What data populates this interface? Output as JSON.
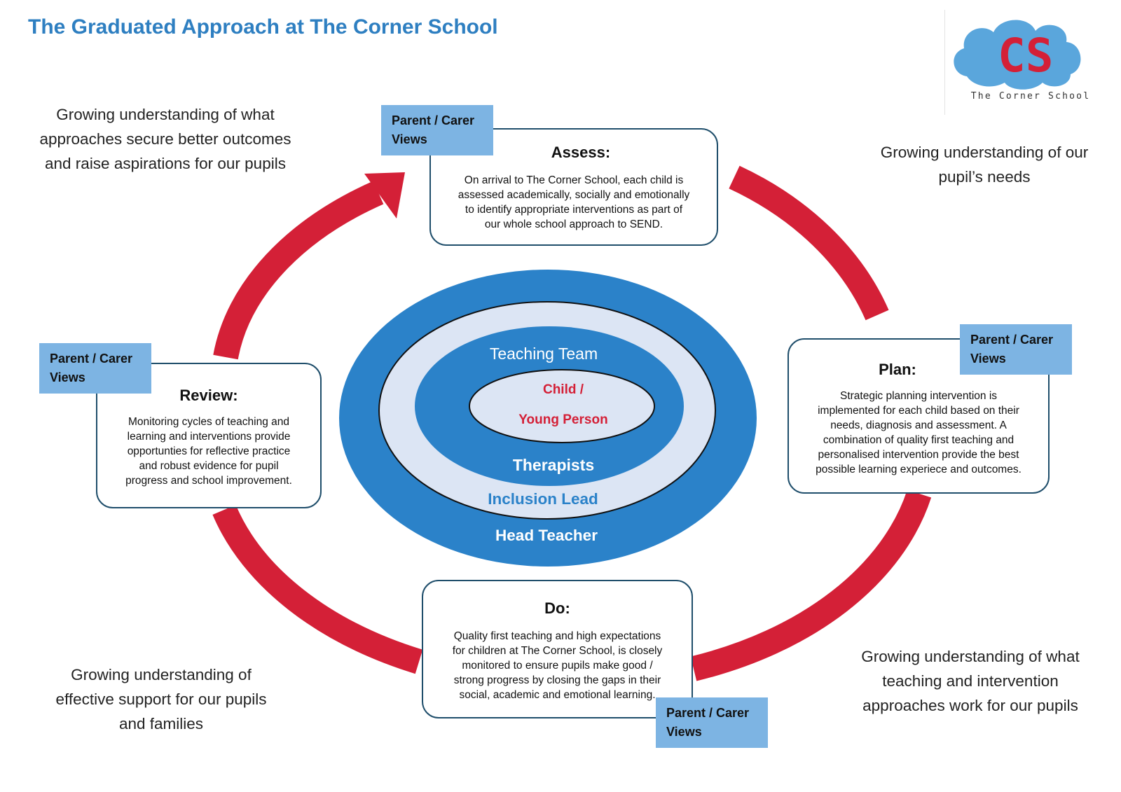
{
  "title": "The Graduated Approach at The Corner School",
  "logo": {
    "mark": "CS",
    "name": "The Corner School"
  },
  "colors": {
    "title_blue": "#2e7fc1",
    "arrow_red": "#d42037",
    "ring_blue": "#2b82c9",
    "ring_light": "#dce5f4",
    "tag_blue": "#7db4e3",
    "child_red": "#d42037"
  },
  "outcomes": {
    "top_left": [
      "Growing understanding of what",
      "approaches secure better outcomes",
      "and raise aspirations for our pupils"
    ],
    "top_right": [
      "Growing understanding of our",
      "pupil’s needs"
    ],
    "bottom_left": [
      "Growing understanding of",
      "effective support for our pupils",
      "and families"
    ],
    "bottom_right": [
      "Growing understanding of what",
      "teaching and intervention",
      "approaches work for our pupils"
    ]
  },
  "parent_views_label": [
    "Parent / Carer",
    "Views"
  ],
  "stages": {
    "assess": {
      "heading": "Assess:",
      "lines": [
        "On arrival to The Corner School, each child is",
        "assessed academically, socially and emotionally",
        "to identify appropriate interventions as part of",
        "our whole school approach to SEND."
      ]
    },
    "plan": {
      "heading": "Plan:",
      "lines": [
        "Strategic planning intervention is",
        "implemented for each child based on their",
        "needs, diagnosis and assessment. A",
        "combination of quality first teaching and",
        "personalised intervention provide the best",
        "possible learning experiece and outcomes."
      ]
    },
    "do": {
      "heading": "Do:",
      "lines": [
        "Quality first teaching and high expectations",
        "for children at The Corner School, is closely",
        "monitored to ensure pupils make good /",
        "strong progress by closing the gaps in their",
        "social, academic and emotional learning."
      ]
    },
    "review": {
      "heading": "Review:",
      "lines": [
        "Monitoring cycles of teaching and",
        "learning and interventions provide",
        "opportunties for reflective practice",
        "and robust evidence for pupil",
        "progress and school improvement."
      ]
    }
  },
  "rings": {
    "child": [
      "Child /",
      "Young Person"
    ],
    "teaching_team": "Teaching Team",
    "therapists": "Therapists",
    "inclusion_lead": "Inclusion Lead",
    "head_teacher": "Head Teacher"
  }
}
